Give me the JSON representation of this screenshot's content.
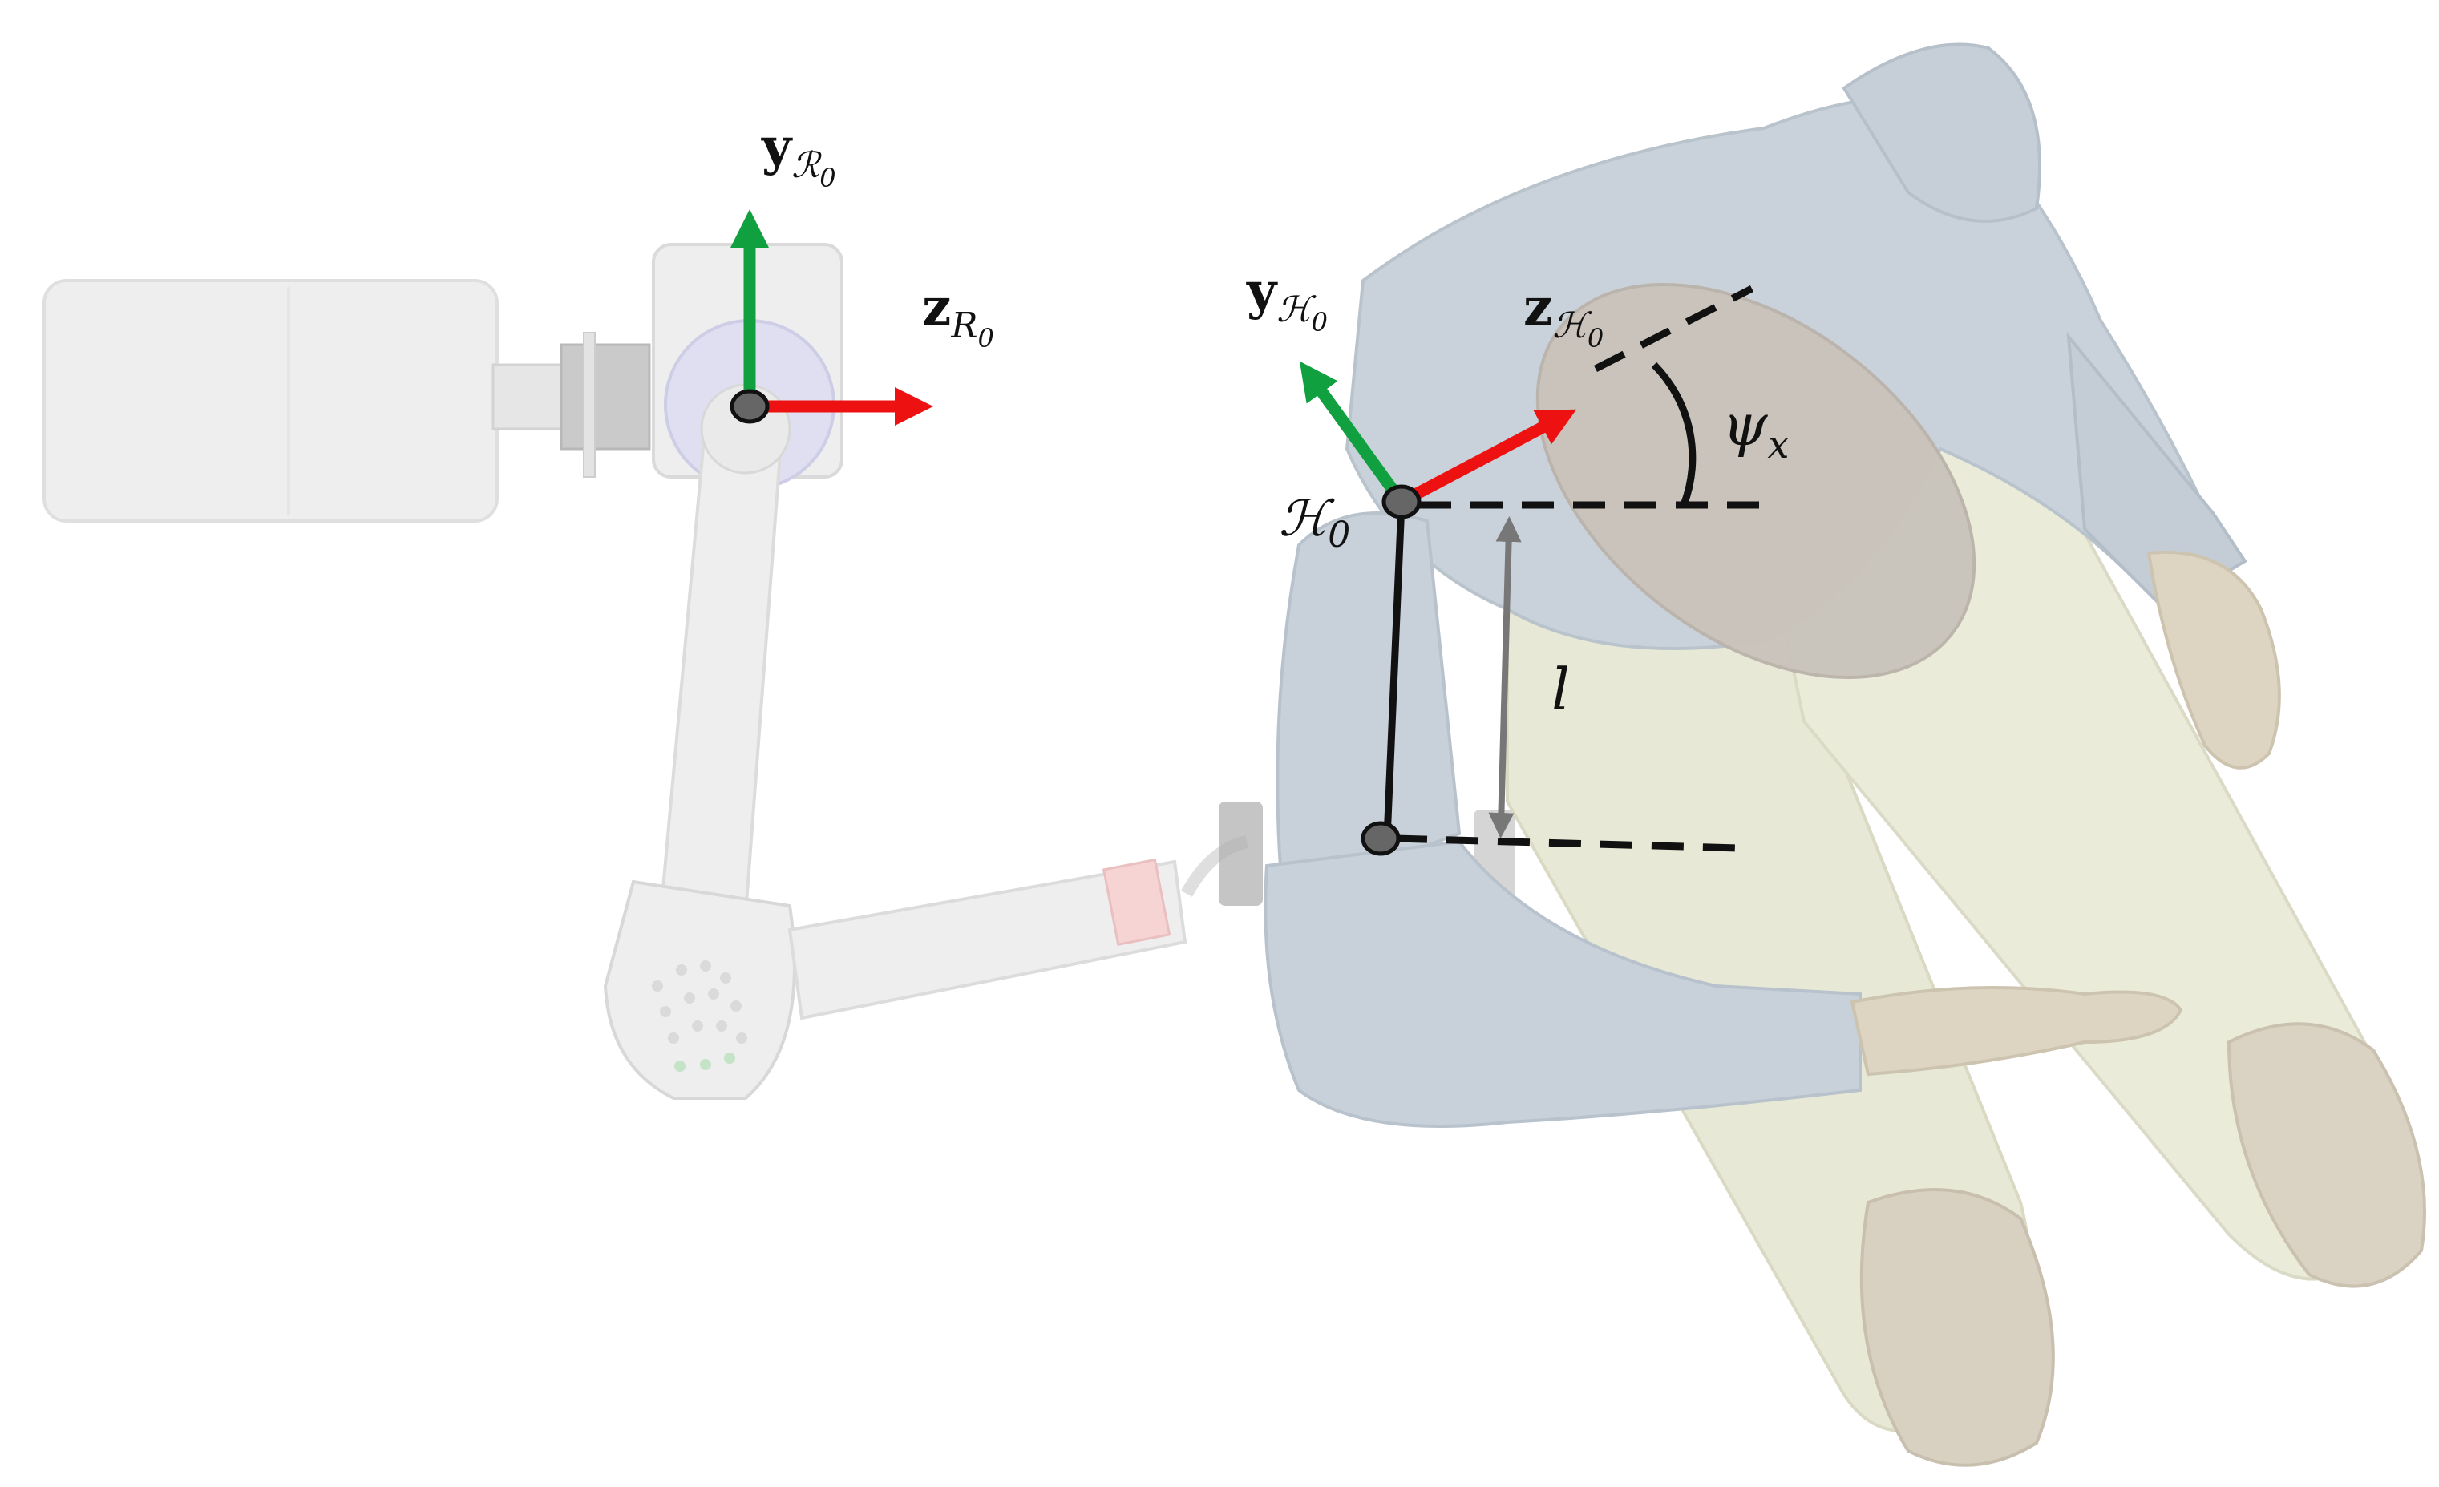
{
  "colors": {
    "y_axis": "#10a040",
    "z_axis": "#ee1111",
    "link": "#111111",
    "offset_arrow": "#777777",
    "robot_body": "#ebebeb",
    "robot_outline": "#d6d6d6",
    "human_suit": "#c6d0d9",
    "human_pants": "#e6e6d2",
    "human_skin": "#d8cfbc",
    "head_disk": "#c6c0b8",
    "joint_marker": "#666666"
  },
  "robot_frame": {
    "y_label": {
      "main": "y",
      "sub": "ℛ",
      "subsub": "0"
    },
    "z_label": {
      "main": "z",
      "sub": "R",
      "subsub": "0"
    }
  },
  "human_frame": {
    "y_label": {
      "main": "y",
      "sub": "ℋ",
      "subsub": "0"
    },
    "z_label": {
      "main": "z",
      "sub": "ℋ",
      "subsub": "0"
    },
    "origin_label": {
      "main": "ℋ",
      "sub": "0"
    },
    "angle_label": {
      "main": "ψ",
      "sub": "x"
    },
    "length_label": "l"
  },
  "icons": [
    "robot-arm-illustration",
    "human-model-illustration"
  ]
}
